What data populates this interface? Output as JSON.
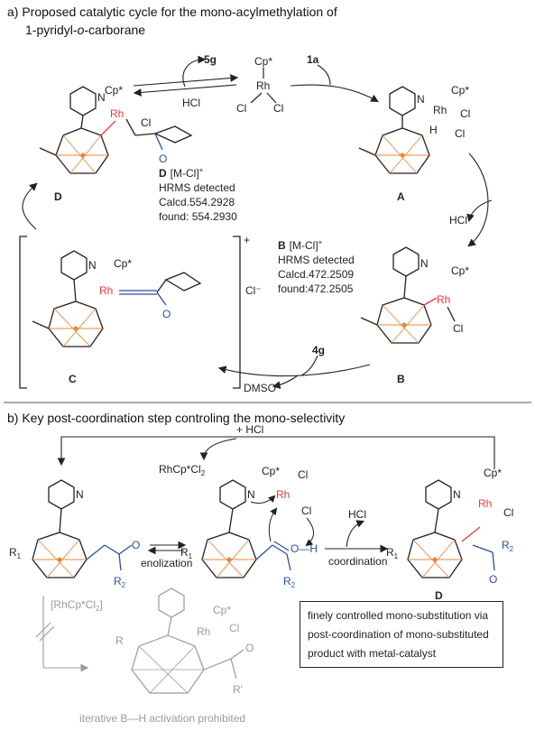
{
  "section_a": {
    "title_line1": "a) Proposed catalytic cycle for the mono-acylmethylation of",
    "title_line2": "1-pyridyl-",
    "title_line2_italic": "o",
    "title_line2_end": "-carborane",
    "labels": {
      "cpstar": "Cp*",
      "rh": "Rh",
      "cl": "Cl",
      "n": "N",
      "h": "H",
      "o": "O",
      "hcl": "HCl",
      "r5g": "5g",
      "r1a": "1a",
      "r4g": "4g",
      "dmso": "DMSO",
      "plus": "+",
      "cl_minus": "Cl⁻"
    },
    "compounds": {
      "A": "A",
      "B": "B",
      "C": "C",
      "D": "D"
    },
    "hrms_D": {
      "title": "D",
      "ion": "[M-Cl]",
      "sup": "+",
      "detected": "HRMS detected",
      "calcd": "Calcd.554.2928",
      "found": "found: 554.2930"
    },
    "hrms_B": {
      "title": "B",
      "ion": "[M-Cl]",
      "sup": "+",
      "detected": "HRMS detected",
      "calcd": "Calcd.472.2509",
      "found": "found:472.2505"
    }
  },
  "section_b": {
    "title": "b) Key post-coordination step controling the mono-selectivity",
    "plus_hcl": "+ HCl",
    "rhcp_cl2": "RhCp*Cl",
    "sub2": "2",
    "r1": "R",
    "sub1": "1",
    "r2": "R",
    "enolization": "enolization",
    "coordination": "coordination",
    "oh": "O—H",
    "hcl": "HCl",
    "D": "D",
    "bracket_reagent": "[RhCp*Cl",
    "bracket_end": "]",
    "gray_r": "R",
    "gray_rprime": "R'",
    "gray_o": "O",
    "prohibited": "iterative B—H activation prohibited",
    "note_lines": [
      "finely controlled mono-substitution via",
      "post-coordination of mono-substituted",
      "product with metal-catalyst"
    ]
  },
  "colors": {
    "rh_red": "#e8383d",
    "ketone_blue": "#2c4fa3",
    "boron_orange": "#e8873a",
    "inactive_gray": "#9a9a9a"
  }
}
